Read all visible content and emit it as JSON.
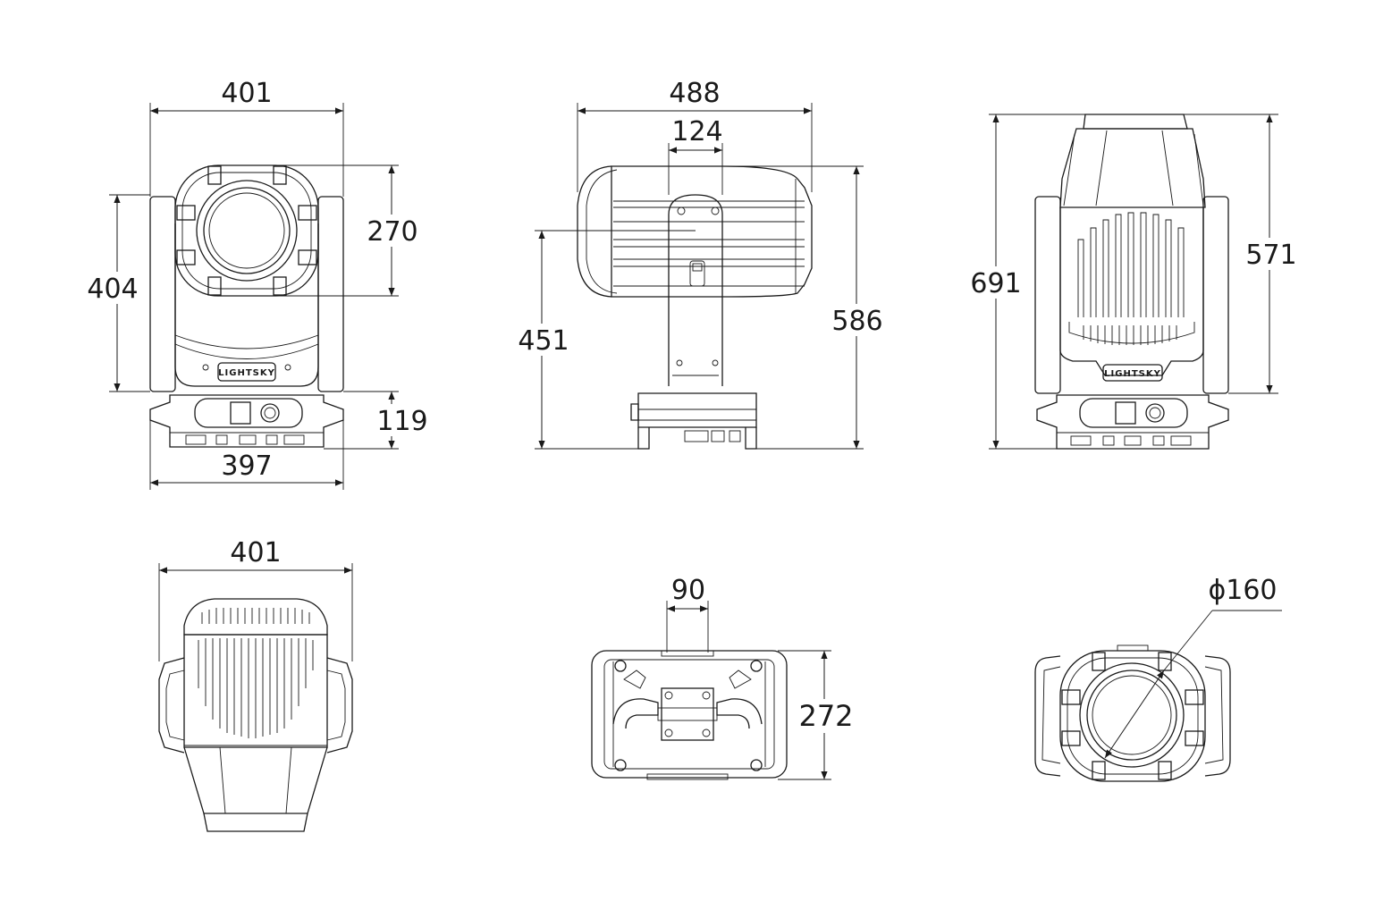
{
  "views": {
    "front": {
      "width": "401",
      "height_head": "404",
      "lens_height": "270",
      "base_height": "119",
      "base_width": "397",
      "logo": "LIGHTSKY"
    },
    "side": {
      "width": "488",
      "arm_width": "124",
      "pivot_height": "451",
      "total_height": "586"
    },
    "back": {
      "total_height": "691",
      "yoke_height": "571",
      "logo": "LIGHTSKY"
    },
    "top": {
      "width": "401"
    },
    "bottom": {
      "bracket_spacing": "90",
      "depth": "272"
    },
    "lens": {
      "diameter": "ϕ160"
    }
  },
  "colors": {
    "ink": "#1a1a1a",
    "background": "#ffffff"
  }
}
